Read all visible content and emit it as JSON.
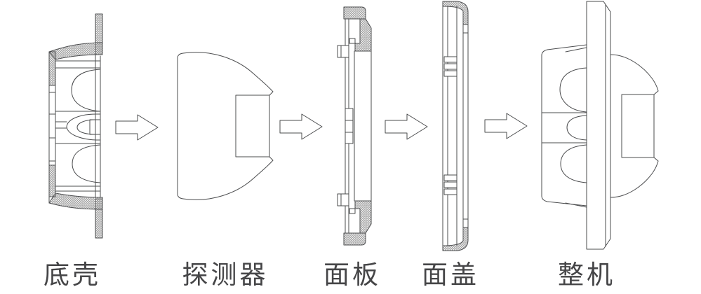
{
  "diagram": {
    "type": "assembly-steps",
    "parts": [
      {
        "id": "bottom-shell",
        "label": "底壳"
      },
      {
        "id": "detector",
        "label": "探测器"
      },
      {
        "id": "panel",
        "label": "面板"
      },
      {
        "id": "face-cover",
        "label": "面盖"
      },
      {
        "id": "complete-unit",
        "label": "整机"
      }
    ],
    "arrow_icon": "hollow-right-arrow",
    "arrow_count": 4,
    "colors": {
      "line": "#4b4c4e",
      "hatch": "#8f8f8f",
      "background": "#ffffff",
      "label_text": "#454547"
    }
  }
}
